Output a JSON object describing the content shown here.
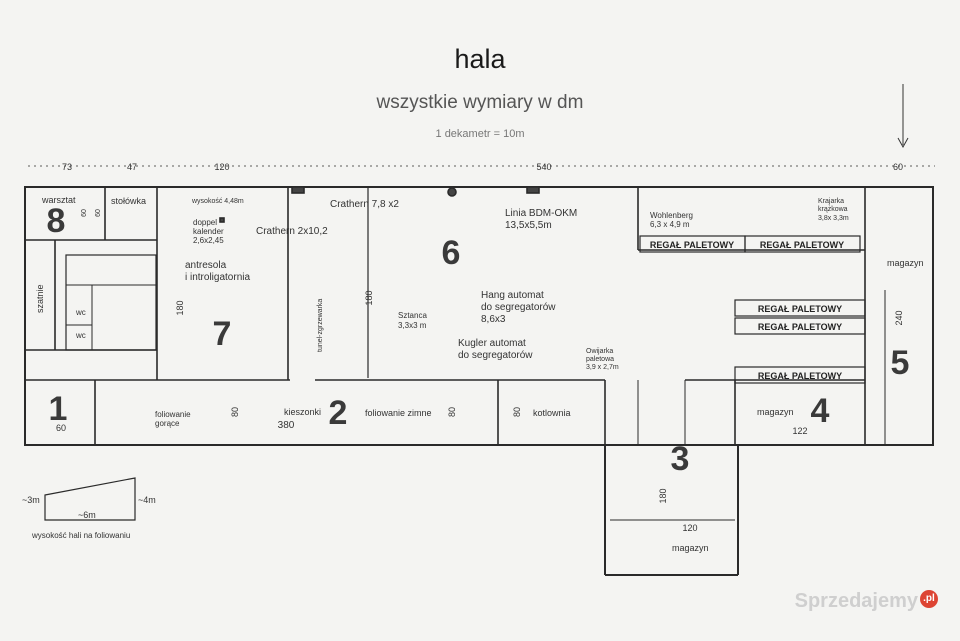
{
  "title": "hala",
  "subtitle": "wszystkie wymiary w dm",
  "scale_note": "1 dekametr = 10m",
  "dimensions_top": [
    "73",
    "47",
    "120",
    "540",
    "60"
  ],
  "rooms": {
    "warsztat": "warsztat",
    "stolowka": "stołówka",
    "szatnie": "szatnie",
    "wc1": "wc",
    "wc2": "wc",
    "room_8": "8",
    "room_7": "7",
    "room_6": "6",
    "room_5": "5",
    "room_4": "4",
    "room_3": "3",
    "room_2": "2",
    "room_1": "1",
    "antresola_1": "antresola",
    "antresola_2": "i introligatornia",
    "magazyn_right": "magazyn",
    "magazyn_4": "magazyn",
    "magazyn_3": "magazyn",
    "kotlownia": "kotlownia",
    "kieszonki": "kieszonki",
    "foliowanie_zimne": "foliowanie zimne",
    "foliowanie_gorace_1": "foliowanie",
    "foliowanie_gorace_2": "gorące"
  },
  "machines": {
    "wysokosc": "wysokość 4,48m",
    "doppel_1": "doppel",
    "doppel_2": "kalender",
    "doppel_3": "2,6x2,45",
    "crathern_1": "Crathern 2x10,2",
    "crathern_2": "Crathern 7,8 x2",
    "linia_1": "Linia BDM-OKM",
    "linia_2": "13,5x5,5m",
    "wohlenberg_1": "Wohlenberg",
    "wohlenberg_2": "6,3 x 4,9 m",
    "krajarka_1": "Krajarka",
    "krajarka_2": "krążkowa",
    "krajarka_3": "3,8x 3,3m",
    "hang_1": "Hang automat",
    "hang_2": "do segregatorów",
    "hang_3": "8,6x3",
    "sztanca_1": "Sztanca",
    "sztanca_2": "3,3x3 m",
    "kugler_1": "Kugler automat",
    "kugler_2": "do segregatorów",
    "owijarka_1": "Owijarka",
    "owijarka_2": "paletowa",
    "owijarka_3": "3,9 x 2,7m",
    "tunel": "tunel-zgrzewarka"
  },
  "racks": [
    "REGAŁ PALETOWY",
    "REGAŁ PALETOWY",
    "REGAŁ PALETOWY",
    "REGAŁ PALETOWY",
    "REGAŁ PALETOWY"
  ],
  "inner_dims": {
    "d180_a": "180",
    "d180_b": "180",
    "d180_c": "180",
    "d240": "240",
    "d122": "122",
    "d120": "120",
    "d380": "380",
    "d80_a": "80",
    "d80_b": "80",
    "d80_c": "80",
    "d60": "60",
    "d60_w1": "60",
    "d60_w2": "60"
  },
  "height_diagram": {
    "left": "~3m",
    "right": "~4m",
    "width": "~6m",
    "caption": "wysokość hali na foliowaniu"
  },
  "watermark": "Sprzedajemy",
  "watermark_badge": ".pl",
  "colors": {
    "line": "#2a2a2a",
    "background": "#f4f4f2"
  }
}
